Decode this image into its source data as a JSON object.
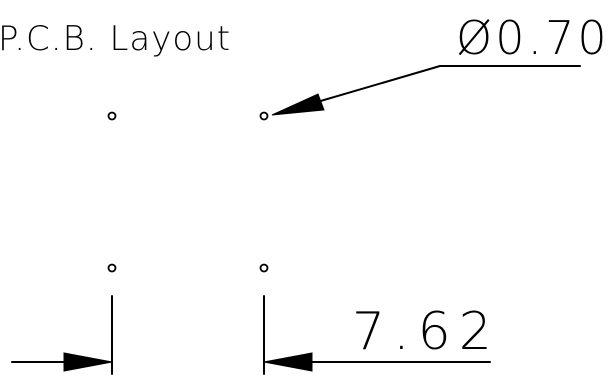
{
  "title": "P.C.B. Layout",
  "hole_diameter_label": "Ø0.70",
  "pitch_dimension_label": "7.62",
  "colors": {
    "line": "#000000",
    "background": "#ffffff"
  },
  "holes": [
    {
      "id": "top-left"
    },
    {
      "id": "top-right"
    },
    {
      "id": "bottom-left"
    },
    {
      "id": "bottom-right"
    }
  ]
}
